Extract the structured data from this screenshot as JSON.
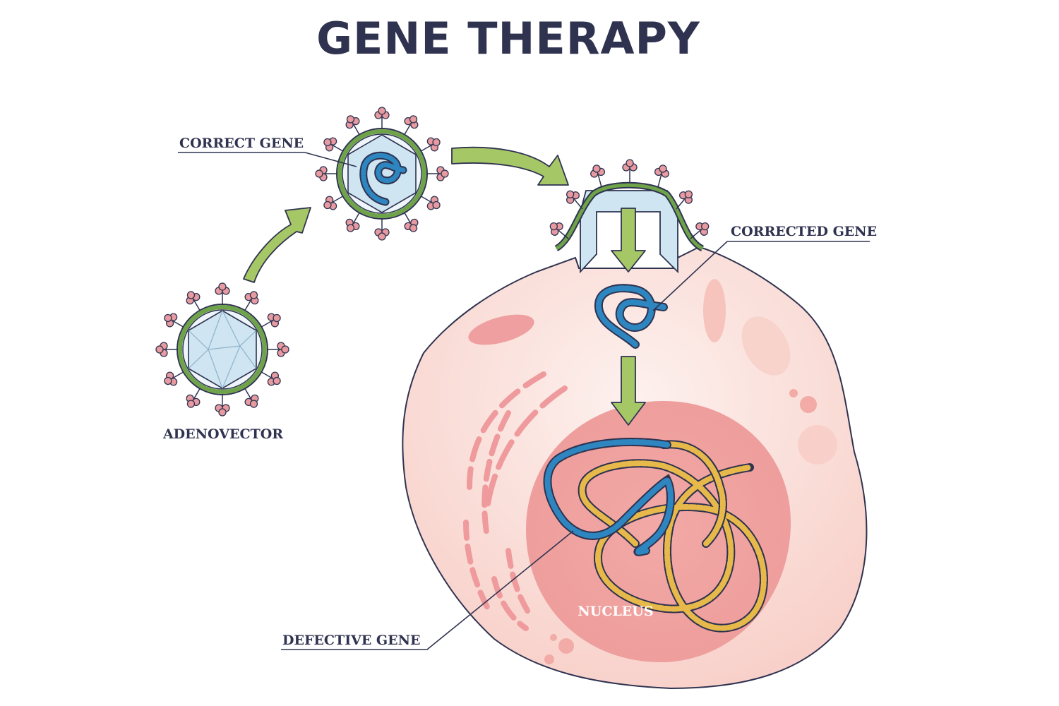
{
  "title": "GENE THERAPY",
  "labels": {
    "correct_gene": "CORRECT GENE",
    "adenovector": "ADENOVECTOR",
    "corrected_gene": "CORRECTED GENE",
    "nucleus": "NUCLEUS",
    "defective_gene": "DEFECTIVE GENE"
  },
  "colors": {
    "outline": "#2f3350",
    "arrow": "#a6c766",
    "capsid_ring": "#6fa34a",
    "capsid_fill": "#cfe6f2",
    "spike": "#e79aa0",
    "cell_fill": "#fbe2de",
    "nucleus_fill": "#f0a2a0",
    "gene_correct": "#2e86c1",
    "gene_defective": "#e7b84a"
  }
}
